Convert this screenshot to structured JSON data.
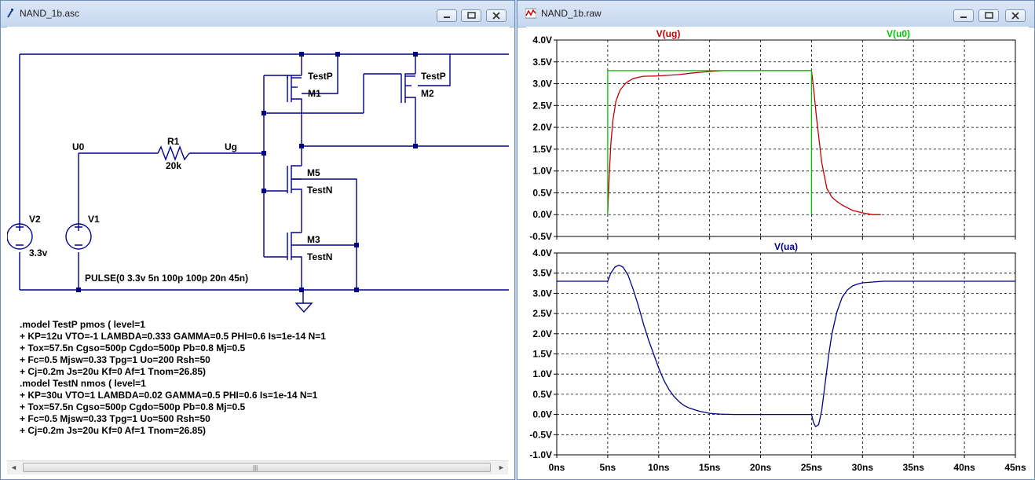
{
  "schematic": {
    "title": "NAND_1b.asc",
    "labels": {
      "m1_model": "TestP",
      "m1": "M1",
      "m2_model": "TestP",
      "m2": "M2",
      "m5": "M5",
      "m5_model": "TestN",
      "m3": "M3",
      "m3_model": "TestN",
      "r1": "R1",
      "r1_value": "20k",
      "u0": "U0",
      "ug": "Ug",
      "v2": "V2",
      "v2_value": "3.3v",
      "v1": "V1",
      "pulse": "PULSE(0 3.3v 5n 100p 100p 20n 45n)"
    },
    "model_lines": [
      ".model TestP pmos  ( level=1",
      "+ KP=12u  VTO=-1  LAMBDA=0.333 GAMMA=0.5 PHI=0.6 Is=1e-14 N=1",
      "+ Tox=57.5n Cgso=500p Cgdo=500p  Pb=0.8 Mj=0.5",
      "+ Fc=0.5  Mjsw=0.33  Tpg=1 Uo=200 Rsh=50",
      "+ Cj=0.2m Js=20u Kf=0 Af=1 Tnom=26.85)",
      ".model TestN nmos  ( level=1",
      "+ KP=30u  VTO=1  LAMBDA=0.02 GAMMA=0.5 PHI=0.6 Is=1e-14 N=1",
      "+ Tox=57.5n Cgso=500p Cgdo=500p Pb=0.8 Mj=0.5",
      "+ Fc=0.5  Mjsw=0.33 Tpg=1 Uo=500 Rsh=50",
      "+ Cj=0.2m Js=20u Kf=0 Af=1 Tnom=26.85)"
    ]
  },
  "waveform": {
    "title": "NAND_1b.raw",
    "colors": {
      "ug": "#c00000",
      "u0": "#00c000",
      "ua": "#00008c"
    }
  },
  "chart_data": [
    {
      "type": "line",
      "x_ticks": [
        "0ns",
        "5ns",
        "10ns",
        "15ns",
        "20ns",
        "25ns",
        "30ns",
        "35ns",
        "40ns",
        "45ns"
      ],
      "y_ticks": [
        "4.0V",
        "3.5V",
        "3.0V",
        "2.5V",
        "2.0V",
        "1.5V",
        "1.0V",
        "0.5V",
        "0.0V",
        "-0.5V"
      ],
      "xlim": [
        0,
        45
      ],
      "ylim": [
        -0.5,
        4.0
      ],
      "grid": true,
      "series": [
        {
          "name": "V(ug)",
          "color": "#c00000",
          "x": [
            5,
            5.15,
            5.3,
            5.5,
            5.8,
            6.2,
            6.8,
            7.5,
            8.5,
            10,
            12,
            13.5,
            15,
            16.3,
            25,
            25.2,
            25.5,
            26,
            26.5,
            27,
            27.5,
            28,
            28.5,
            29,
            30,
            31,
            31.8
          ],
          "y": [
            0.05,
            0.9,
            1.6,
            2.15,
            2.6,
            2.85,
            3.02,
            3.12,
            3.17,
            3.18,
            3.21,
            3.25,
            3.28,
            3.3,
            3.3,
            2.9,
            2.2,
            1.2,
            0.6,
            0.4,
            0.3,
            0.22,
            0.16,
            0.1,
            0.04,
            0.0,
            0.0
          ]
        },
        {
          "name": "V(u0)",
          "color": "#00c000",
          "x": [
            5,
            5,
            25,
            25
          ],
          "y": [
            0.0,
            3.3,
            3.3,
            0.0
          ]
        }
      ]
    },
    {
      "type": "line",
      "x_ticks": [
        "0ns",
        "5ns",
        "10ns",
        "15ns",
        "20ns",
        "25ns",
        "30ns",
        "35ns",
        "40ns",
        "45ns"
      ],
      "y_ticks": [
        "4.0V",
        "3.5V",
        "3.0V",
        "2.5V",
        "2.0V",
        "1.5V",
        "1.0V",
        "0.5V",
        "0.0V",
        "-0.5V",
        "-1.0V"
      ],
      "xlim": [
        0,
        45
      ],
      "ylim": [
        -1.0,
        4.0
      ],
      "grid": true,
      "series": [
        {
          "name": "V(ua)",
          "color": "#00008c",
          "x": [
            0,
            5,
            5.3,
            5.7,
            6.1,
            6.5,
            7,
            7.5,
            8,
            8.5,
            9,
            9.5,
            10,
            10.5,
            11,
            11.5,
            12,
            12.5,
            13,
            14,
            15,
            16,
            17.5,
            25,
            25.2,
            25.4,
            25.7,
            26,
            26.3,
            26.7,
            27,
            27.5,
            28,
            28.5,
            29,
            29.5,
            30,
            31,
            32,
            33,
            35,
            40,
            45
          ],
          "y": [
            3.3,
            3.3,
            3.5,
            3.65,
            3.7,
            3.65,
            3.45,
            3.1,
            2.7,
            2.25,
            1.85,
            1.5,
            1.15,
            0.85,
            0.62,
            0.45,
            0.32,
            0.22,
            0.16,
            0.08,
            0.03,
            0.01,
            0.0,
            0.0,
            -0.2,
            -0.3,
            -0.25,
            0.1,
            0.7,
            1.5,
            2.0,
            2.55,
            2.9,
            3.08,
            3.18,
            3.23,
            3.26,
            3.28,
            3.3,
            3.3,
            3.3,
            3.3,
            3.3
          ]
        }
      ]
    }
  ]
}
